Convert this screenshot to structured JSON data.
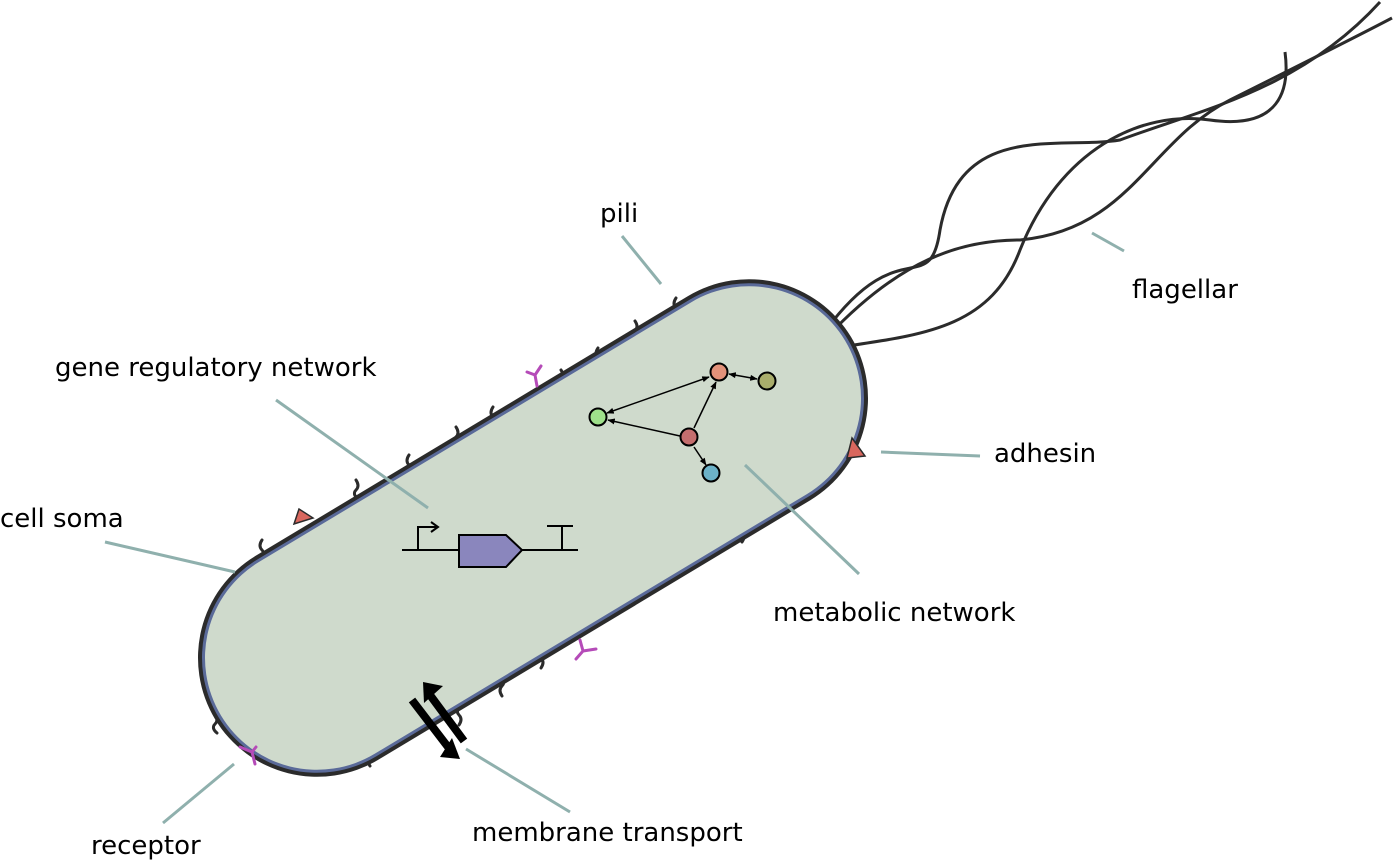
{
  "labels": {
    "pili": "pili",
    "flagellar": "flagellar",
    "gene_regulatory_network": "gene regulatory network",
    "adhesin": "adhesin",
    "cell_soma": "cell soma",
    "metabolic_network": "metabolic network",
    "receptor": "receptor",
    "membrane_transport": "membrane transport"
  },
  "colors": {
    "cytoplasm": "#cfdacc",
    "membrane_outer": "#2b2b2b",
    "membrane_inner": "#5a6a99",
    "leader_line": "#8fb0ad",
    "pili": "#2b2b2b",
    "flagella": "#2b2b2b",
    "adhesin": "#d9675e",
    "receptor": "#b54bb8",
    "gene_body": "#8a86bd",
    "node_top": "#e3927a",
    "node_right": "#a9ad6b",
    "node_left": "#9fe08b",
    "node_center": "#c46e6e",
    "node_bottom": "#6cb2c8",
    "transport_arrow": "#000000"
  }
}
